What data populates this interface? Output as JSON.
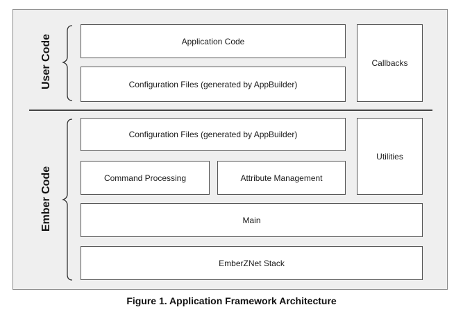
{
  "diagram": {
    "user_section": {
      "label": "User Code",
      "application_code": "Application Code",
      "configuration_files": "Configuration Files (generated by AppBuilder)",
      "callbacks": "Callbacks"
    },
    "ember_section": {
      "label": "Ember Code",
      "configuration_files": "Configuration Files (generated by AppBuilder)",
      "utilities": "Utilities",
      "command_processing": "Command Processing",
      "attribute_management": "Attribute Management",
      "main": "Main",
      "emberznet_stack": "EmberZNet Stack"
    }
  },
  "caption": "Figure 1. Application Framework Architecture",
  "colors": {
    "frame_background": "#efefef",
    "box_background": "#ffffff",
    "border": "#555555"
  }
}
